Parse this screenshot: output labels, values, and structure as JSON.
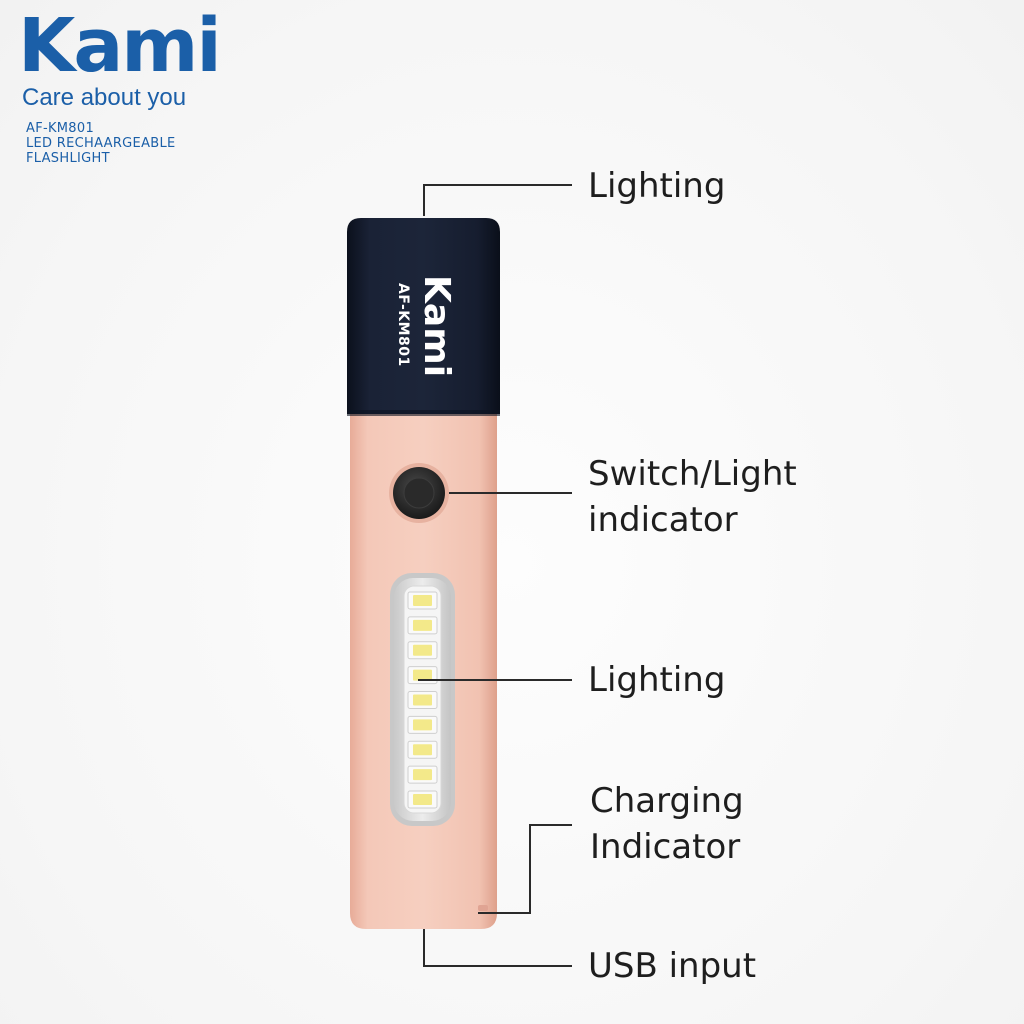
{
  "brand": {
    "logo_text": "Kami",
    "tagline": "Care about you",
    "model": "AF-KM801",
    "product_line1": "LED RECHAARGEABLE",
    "product_line2": "FLASHLIGHT"
  },
  "device": {
    "cap_logo": "Kami",
    "cap_model": "AF-KM801",
    "body_color": "#f2c3b3",
    "cap_color": "#151c2e",
    "led_count": 9
  },
  "callouts": {
    "lighting_top": "Lighting",
    "switch_line1": "Switch/Light",
    "switch_line2": "indicator",
    "lighting_side": "Lighting",
    "charging_line1": "Charging",
    "charging_line2": "Indicator",
    "usb": "USB input"
  },
  "colors": {
    "brand_blue": "#1b5fa8",
    "label_text": "#1e1e1e",
    "leader_line": "#2a2a2a"
  }
}
